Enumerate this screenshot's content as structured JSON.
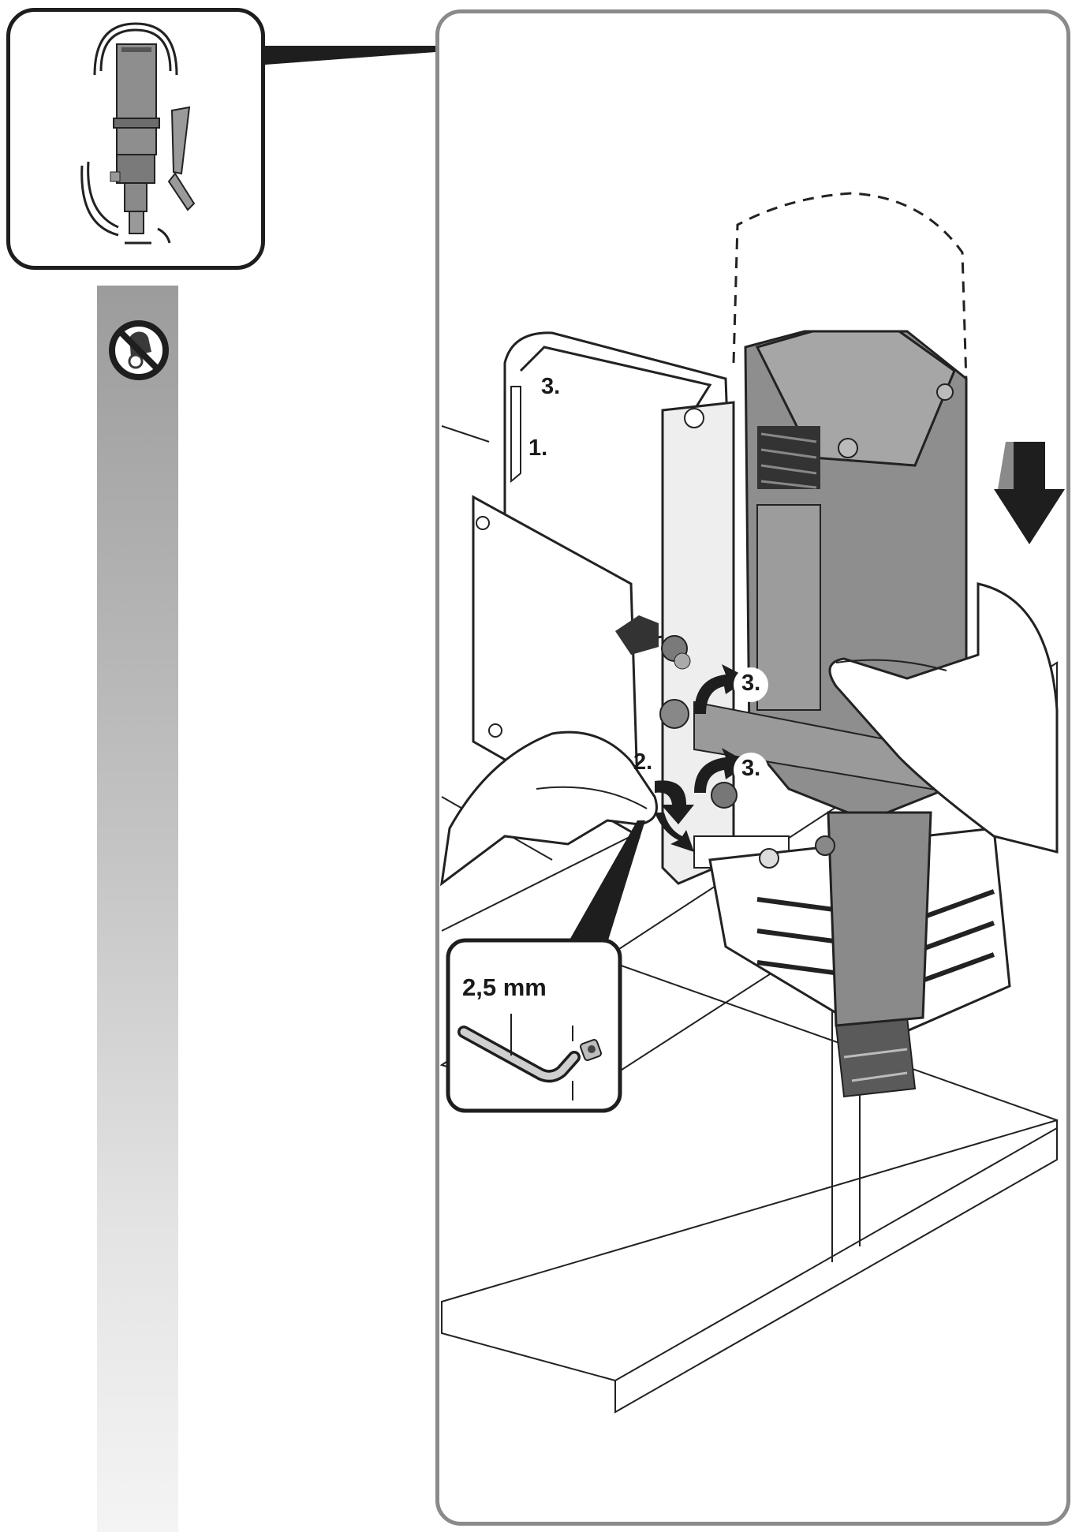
{
  "steps": {
    "step1": "1.",
    "step2": "2.",
    "step3_handle": "3.",
    "step3_upper": "3.",
    "step3_lower": "3."
  },
  "tool_callout": {
    "size_label": "2,5 mm"
  },
  "icons": {
    "prohibition": "no-hand-touch-cutter-icon",
    "direction": "down-arrow-icon"
  },
  "colors": {
    "frame": "#8a8a8a",
    "outline": "#1e1e1e",
    "machine": "#8e8e8e",
    "strip_top": "#9c9c9c",
    "strip_bottom": "#f4f4f4"
  }
}
